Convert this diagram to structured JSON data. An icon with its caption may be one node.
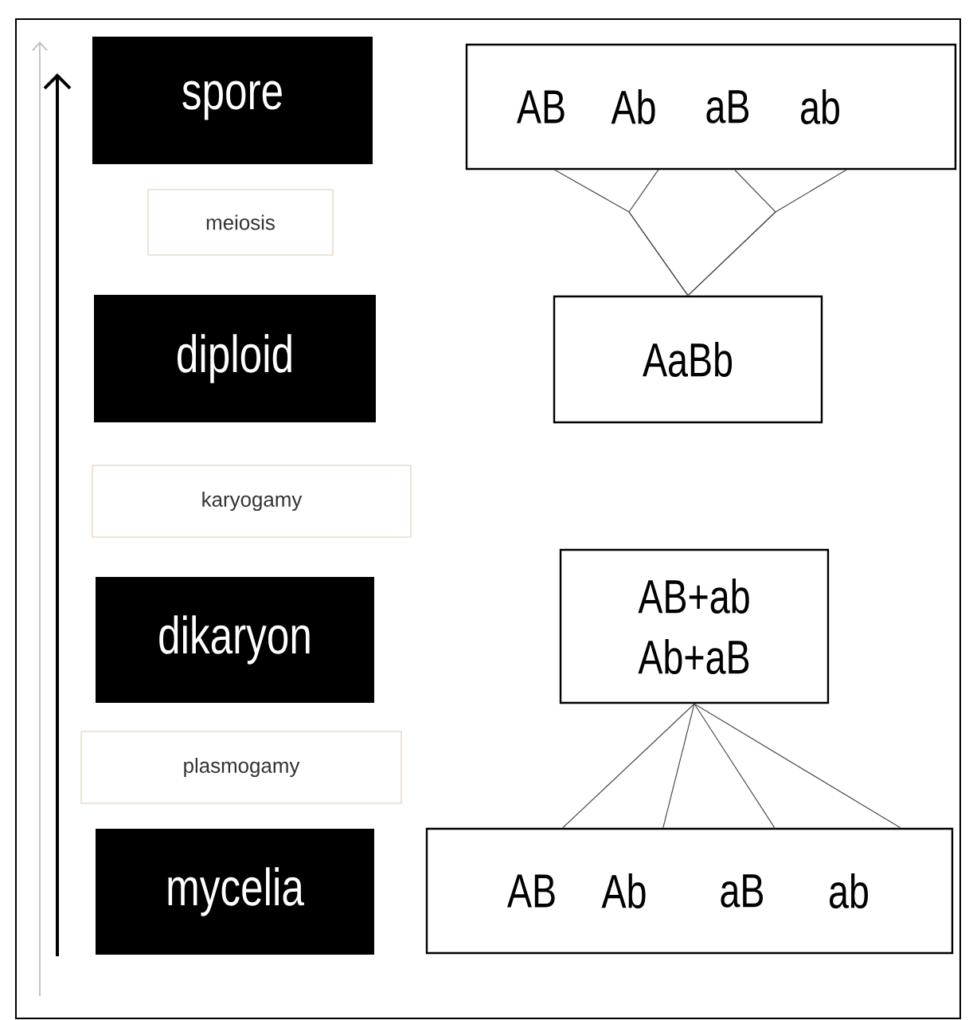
{
  "diagram": {
    "nodes": [
      {
        "text": [
          "spore"
        ]
      },
      {
        "text": [
          "meiosis"
        ]
      },
      {
        "text": [
          "diploid"
        ]
      },
      {
        "text": [
          "karyogamy"
        ]
      },
      {
        "text": [
          "dikaryon"
        ]
      },
      {
        "text": [
          "plasmogamy"
        ]
      },
      {
        "text": [
          "mycelia"
        ]
      },
      {
        "text": [
          "AB",
          "Ab",
          "aB",
          "ab"
        ]
      },
      {
        "text": [
          "AaBb"
        ]
      },
      {
        "text": [
          "AB+ab",
          "Ab+aB"
        ]
      },
      {
        "text": [
          "AB",
          "Ab",
          "aB",
          "ab"
        ]
      }
    ],
    "edges": [
      {
        "from": 8,
        "to": 7,
        "arrow": "none"
      },
      {
        "from": 8,
        "to": 7,
        "arrow": "none"
      },
      {
        "from": 8,
        "to": 7,
        "arrow": "none"
      },
      {
        "from": 8,
        "to": 7,
        "arrow": "none"
      },
      {
        "from": 9,
        "to": 10,
        "arrow": "none"
      },
      {
        "from": 9,
        "to": 10,
        "arrow": "none"
      },
      {
        "from": 9,
        "to": 10,
        "arrow": "none"
      },
      {
        "from": 9,
        "to": 10,
        "arrow": "none"
      }
    ]
  }
}
